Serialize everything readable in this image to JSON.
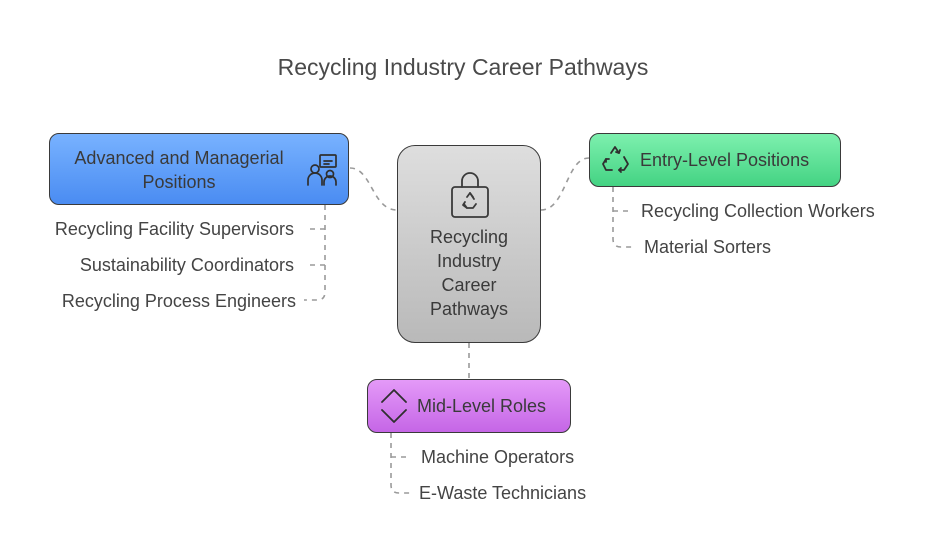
{
  "title": "Recycling Industry Career Pathways",
  "center": {
    "label_lines": [
      "Recycling",
      "Industry",
      "Career",
      "Pathways"
    ],
    "icon": "recycle-bag-icon"
  },
  "advanced": {
    "label": "Advanced and Managerial Positions",
    "icon": "team-leader-icon",
    "items": [
      "Recycling Facility Supervisors",
      "Sustainability Coordinators",
      "Recycling Process Engineers"
    ]
  },
  "entry": {
    "label": "Entry-Level Positions",
    "icon": "recycle-icon",
    "items": [
      "Recycling Collection Workers",
      "Material Sorters"
    ]
  },
  "mid": {
    "label": "Mid-Level Roles",
    "icon": "chevron-up-down-icon",
    "items": [
      "Machine Operators",
      "E-Waste Technicians"
    ]
  },
  "colors": {
    "advanced": "#5a9cf8",
    "entry": "#5de39a",
    "mid": "#d57ef0",
    "center": "#cccccc"
  }
}
